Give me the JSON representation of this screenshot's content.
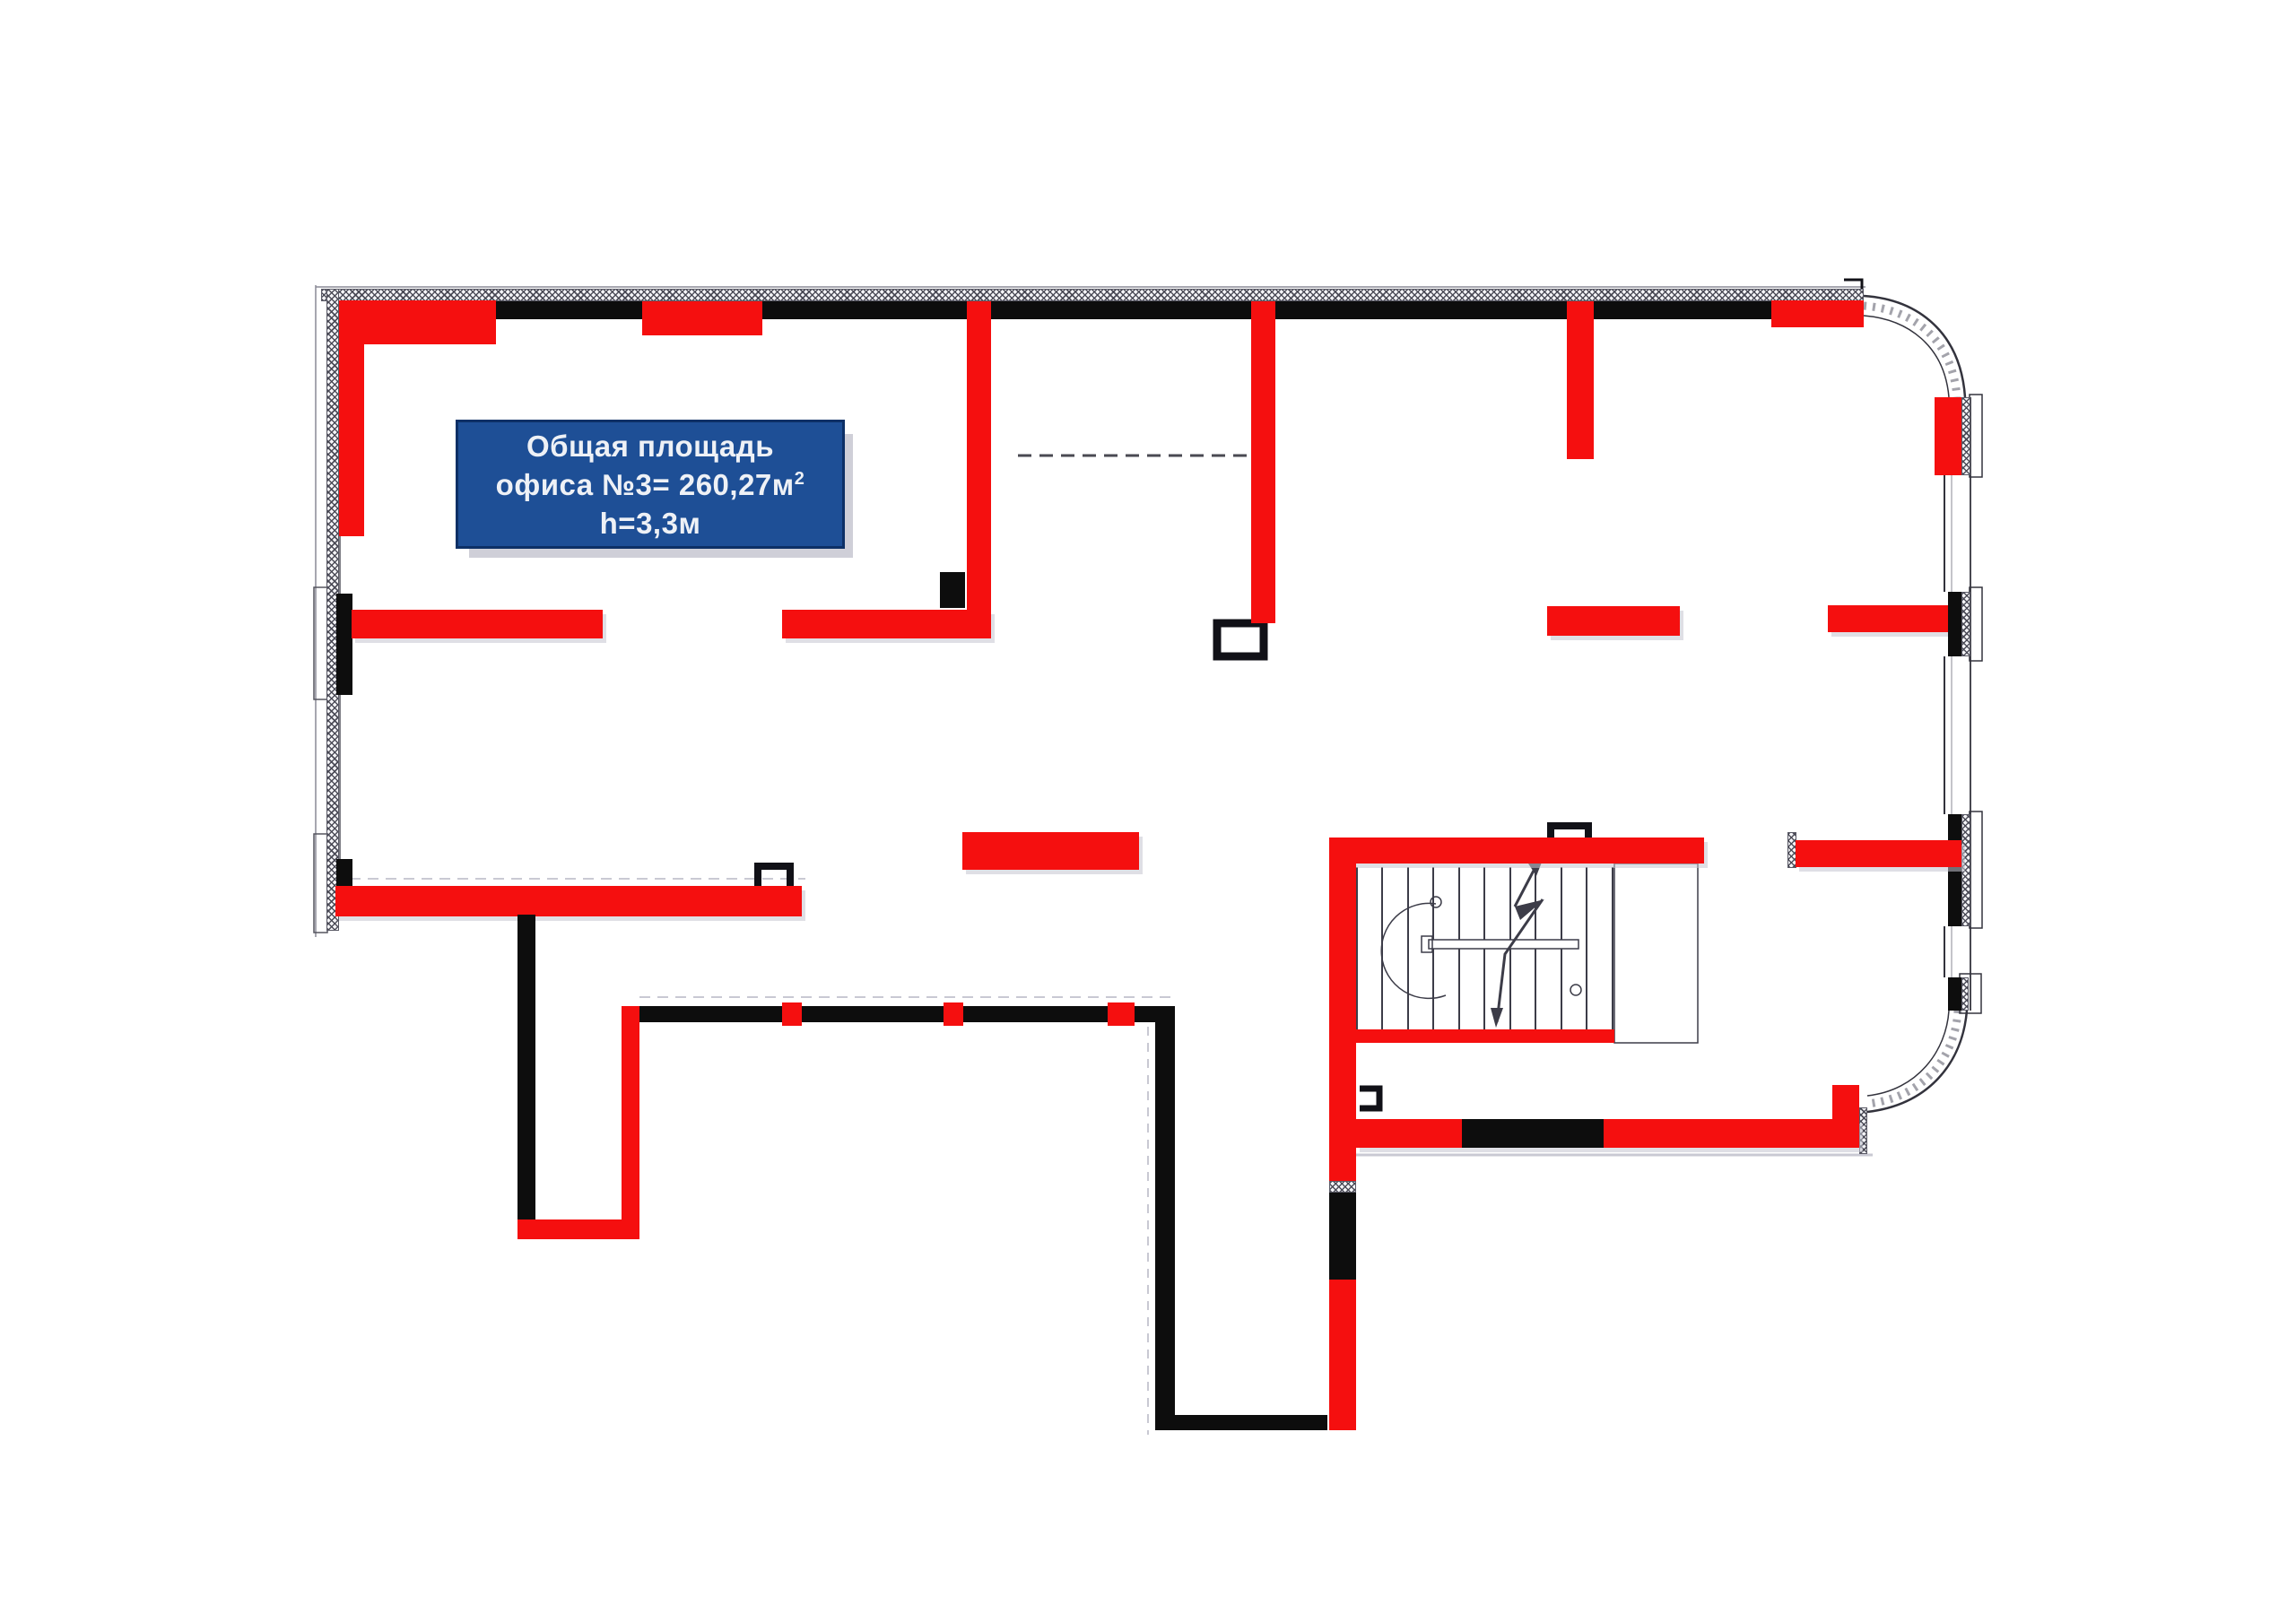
{
  "info_box": {
    "line1": "Общая площадь",
    "line2": "офиса №3= 260,27м",
    "line2_sup": "2",
    "line3": "h=3,3м"
  },
  "colors": {
    "wall_red": "#f50f0f",
    "wall_black": "#0d0d0d",
    "box_bg": "#1e4f96",
    "box_border": "#0d3066",
    "box_text": "#eef1f6",
    "outline_gray": "#c9c9d3",
    "linework_dark": "#3c3c48"
  }
}
